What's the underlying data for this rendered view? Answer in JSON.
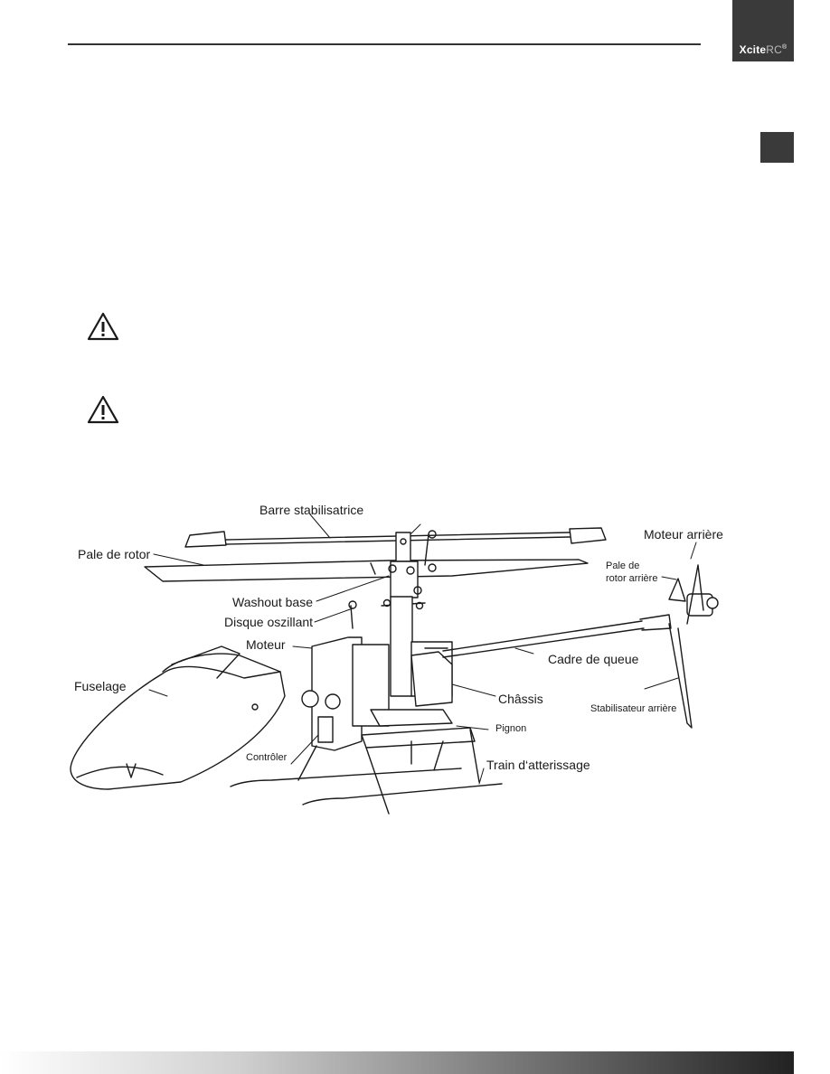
{
  "header": {
    "brand_bold": "Xcite",
    "brand_light": "RC",
    "brand_mark": "®"
  },
  "icons": {
    "warning_1": "warning-triangle-icon",
    "warning_2": "warning-triangle-icon"
  },
  "diagram": {
    "labels": {
      "barre_stabilisatrice": "Barre stabilisatrice",
      "pale_de_rotor": "Pale de rotor",
      "washout_base": "Washout base",
      "disque_oszillant": "Disque oszillant",
      "moteur": "Moteur",
      "fuselage": "Fuselage",
      "controler": "Contrôler",
      "moteur_arriere": "Moteur arrière",
      "pale_de_rotor_arriere_1": "Pale de",
      "pale_de_rotor_arriere_2": "rotor arrière",
      "cadre_de_queue": "Cadre de queue",
      "chassis": "Châssis",
      "pignon": "Pignon",
      "stabilisateur_arriere": "Stabilisateur arrière",
      "train_atterrissage": "Train d‘atterissage"
    }
  },
  "colors": {
    "tab_dark": "#3a3a3a",
    "line": "#1a1a1a"
  }
}
